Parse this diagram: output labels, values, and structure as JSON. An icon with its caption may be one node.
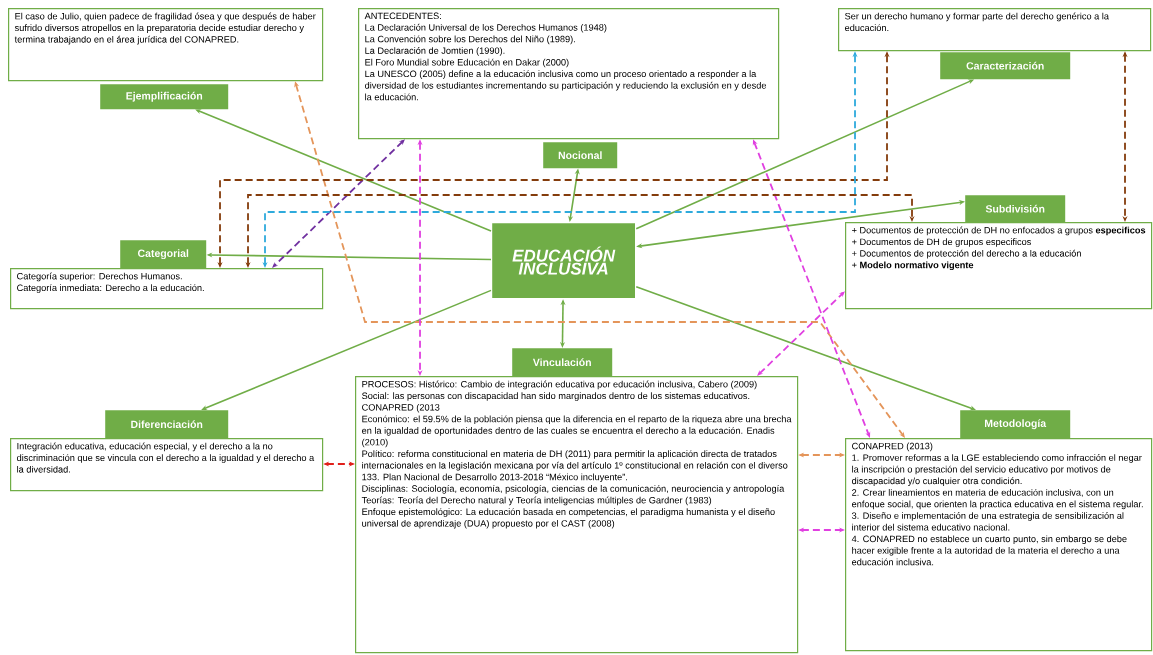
{
  "diagram": {
    "nodes": [
      {
        "text": [
          "EDUCACIÓN INCLUSIVA"
        ]
      },
      {
        "text": [
          "Ejemplificación"
        ]
      },
      {
        "text": [
          "El caso de Julio, quien padece de fragilidad ósea y que después de haber sufrido diversos atropellos en la preparatoria decide estudiar derecho y termina trabajando en el área jurídica del CONAPRED."
        ]
      },
      {
        "text": [
          "ANTECEDENTES:",
          "La Declaración Universal de los Derechos Humanos (1948)",
          "La Convención sobre los Derechos del Niño (1989).",
          "La Declaración de Jomtien (1990).",
          "El Foro Mundial sobre Educación en Dakar (2000)",
          "La UNESCO (2005) define a la educación inclusiva como un proceso orientado a responder a la diversidad de los estudiantes incrementando su participación y reduciendo la exclusión en y desde la educación."
        ]
      },
      {
        "text": [
          "Nocional"
        ]
      },
      {
        "text": [
          "Caracterización"
        ]
      },
      {
        "text": [
          "Ser un derecho humano y formar parte del derecho genérico a la educación."
        ]
      },
      {
        "text": [
          "Subdivisión"
        ]
      },
      {
        "text": [
          "+ Documentos de protección de DH no enfocados a grupos **especificos**",
          "+ Documentos de DH de grupos especificos",
          "+ Documentos de protección del derecho a la educación",
          "+ **Modelo normativo vigente**"
        ]
      },
      {
        "text": [
          "Categorial"
        ]
      },
      {
        "text": [
          "Categoría superior: Derechos Humanos.",
          "Categoría inmediata: Derecho a la educación."
        ]
      },
      {
        "text": [
          "Vinculación"
        ]
      },
      {
        "text": [
          "PROCESOS: Histórico: Cambio de integración educativa por educación inclusiva, Cabero (2009)",
          "Social: las personas con discapacidad han sido marginados dentro de los sistemas educativos. CONAPRED (2013",
          "Económico: el 59.5% de la población piensa que la diferencia en el reparto de la riqueza abre una brecha en la igualdad de oportunidades dentro de las cuales se encuentra el derecho a la educación. Enadis (2010)",
          "Político: reforma constitucional en materia de DH (2011) para permitir la aplicación directa de tratados internacionales en la legislación mexicana por vía del artículo 1º constitucional en relación con el diverso 133.  Plan Nacional de Desarrollo 2013-2018 “México incluyente”.",
          "Disciplinas:  Sociología, economía, psicología, ciencias de la comunicación, neurociencia y antropología",
          "Teorías: Teoría del Derecho natural y Teoría inteligencias múltiples de Gardner (1983)",
          "Enfoque epistemológico:  La educación basada en competencias, el paradigma humanista y el diseño universal de aprendizaje (DUA) propuesto por el CAST (2008)"
        ]
      },
      {
        "text": [
          "Diferenciación"
        ]
      },
      {
        "text": [
          "Integración educativa, educación especial, y el derecho a la no discriminación que se vincula con el derecho a la igualdad y el derecho a la diversidad."
        ]
      },
      {
        "text": [
          "Metodología"
        ]
      },
      {
        "text": [
          "CONAPRED (2013)",
          "1. Promover reformas a la LGE  estableciendo como infracción el negar la inscripción o prestación del servicio educativo por motivos de discapacidad y/o cualquier otra condición.",
          "2. Crear lineamientos en materia de educación inclusiva, con un enfoque social, que orienten la practica educativa en el sistema regular.",
          "3. Diseño e implementación de una estrategia de sensibilización al interior del sistema educativo nacional.",
          "4. CONAPRED no establece un cuarto punto, sin embargo se debe hacer exigible frente a la autoridad de la materia el derecho a una educación inclusiva."
        ]
      }
    ],
    "edges": [
      {
        "from": 0,
        "to": 1,
        "arrow": "to",
        "color": "#70ad47"
      },
      {
        "from": 0,
        "to": 4,
        "arrow": "both",
        "color": "#70ad47"
      },
      {
        "from": 0,
        "to": 5,
        "arrow": "to",
        "color": "#70ad47"
      },
      {
        "from": 0,
        "to": 7,
        "arrow": "both",
        "color": "#70ad47"
      },
      {
        "from": 0,
        "to": 9,
        "arrow": "to",
        "color": "#70ad47"
      },
      {
        "from": 0,
        "to": 11,
        "arrow": "both",
        "color": "#70ad47"
      },
      {
        "from": 0,
        "to": 13,
        "arrow": "to",
        "color": "#70ad47"
      },
      {
        "from": 0,
        "to": 15,
        "arrow": "to",
        "color": "#70ad47"
      },
      {
        "from": 2,
        "to": 16,
        "arrow": "both",
        "style": "dashed",
        "color": "#e4955a"
      },
      {
        "from": 3,
        "to": 10,
        "arrow": "both",
        "style": "dashed",
        "color": "#7030a0"
      },
      {
        "from": 3,
        "to": 12,
        "arrow": "both",
        "style": "dashed",
        "color": "#e040e0"
      },
      {
        "from": 3,
        "to": 16,
        "arrow": "both",
        "style": "dashed",
        "color": "#e040e0"
      },
      {
        "from": 12,
        "to": 8,
        "arrow": "both",
        "style": "dashed",
        "color": "#e040e0"
      },
      {
        "from": 10,
        "to": 6,
        "arrow": "both",
        "style": "dashed",
        "color": "#843c0c"
      },
      {
        "from": 10,
        "to": 8,
        "arrow": "both",
        "style": "dashed",
        "color": "#843c0c"
      },
      {
        "from": 10,
        "to": 6,
        "arrow": "both",
        "style": "dashed",
        "color": "#2eaadc"
      },
      {
        "from": 6,
        "to": 8,
        "arrow": "both",
        "style": "dashed",
        "color": "#843c0c"
      },
      {
        "from": 14,
        "to": 12,
        "arrow": "both",
        "style": "dashed",
        "color": "#e0201b"
      },
      {
        "from": 12,
        "to": 16,
        "arrow": "both",
        "style": "dashed",
        "color": "#e4955a"
      },
      {
        "from": 12,
        "to": 16,
        "arrow": "both",
        "style": "dashed",
        "color": "#e040e0"
      }
    ]
  }
}
